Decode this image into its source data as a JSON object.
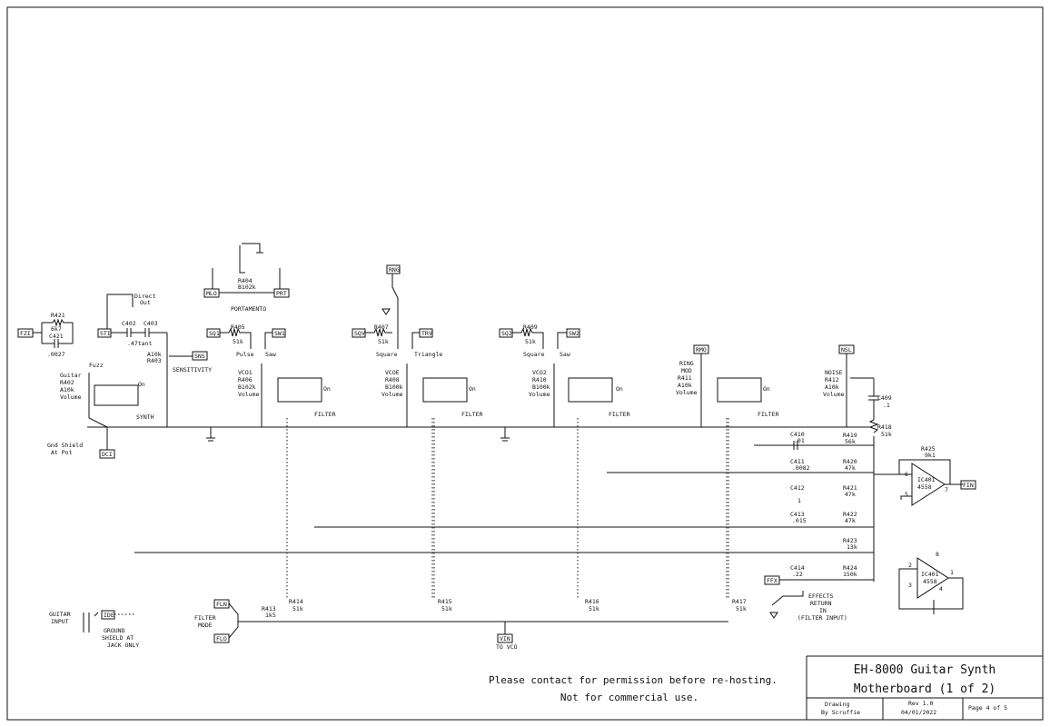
{
  "notice": {
    "line1": "Please contact for permission before re-hosting.",
    "line2": "Not for commercial use."
  },
  "title_block": {
    "title_line1": "EH-8000 Guitar Synth",
    "title_line2": "Motherboard (1 of 2)",
    "drawing_label": "Drawing",
    "drawing_by": "By Scruffie",
    "rev": "Rev 1.0",
    "date": "04/01/2022",
    "page": "Page 4 of 5"
  },
  "components": {
    "fuzz_in": "FZI",
    "r421": "R421",
    "r421_val": "6k7",
    "c421": "C421",
    "c421_val": ".0027",
    "fuzz": "Fuzz",
    "guitar": "Guitar",
    "r402": "R402",
    "r402_val": "A10k",
    "r402_role": "Volume",
    "on": "On",
    "synth": "SYNTH",
    "gnd_shield": "Gnd Shield",
    "at_pot": "At Pot",
    "dci": "DCI",
    "sti": "STI",
    "direct_out": "Direct",
    "direct_out2": "Out",
    "c402": "C402",
    "c403": "C403",
    "c_val": ".47tant",
    "r403_a": "A10k",
    "r403": "R403",
    "sns": "SNS",
    "sensitivity": "SENSITIVITY",
    "r404": "R404",
    "r404_val": "B102k",
    "portamento": "PORTAMENTO",
    "mlo": "MLO",
    "prt": "PRT",
    "r405": "R405",
    "r405_val": "51k",
    "pulse": "Pulse",
    "saw": "Saw",
    "sq1": "SQ1",
    "sw1": "SW1",
    "vco1": "VCO1",
    "r406": "R406",
    "r406_val": "B102k",
    "volume": "Volume",
    "filter": "FILTER",
    "rng": "RNG",
    "r407": "R407",
    "r407_val": "51k",
    "square": "Square",
    "triangle": "Triangle",
    "sqv": "SQV",
    "trv": "TRV",
    "vcoe": "VCOE",
    "r408": "R408",
    "r408_val": "B100k",
    "sq2": "SQ2",
    "sw2": "SW2",
    "r409": "R409",
    "r409_val": "51k",
    "vco2": "VCO2",
    "r410": "R410",
    "r410_val": "B100k",
    "rmo": "RMO",
    "ring": "RING",
    "mod": "MOD",
    "r411": "R411",
    "r411_val": "A10k",
    "nsl": "NSL",
    "noise": "NOISE",
    "r412": "R412",
    "r412_val": "A10k",
    "c409": "C409",
    "c409_val": ".1",
    "r418": "R418",
    "r418_val": "51k",
    "c410": "C410",
    "c410_val": ".01",
    "r419": "R419",
    "r419_val": "56k",
    "c411": "C411",
    "c411_val": ".0082",
    "r420": "R420",
    "r420_val": "47k",
    "c412": "C412",
    "c412_val": "1",
    "r421b": "R421",
    "r421b_val": "47k",
    "c413": "C413",
    "c413_val": ".015",
    "r422": "R422",
    "r422_val": "47k",
    "r423": "R423",
    "r423_val": "13k",
    "c414": "C414",
    "c414_val": ".22",
    "r424": "R424",
    "r424_val": "150k",
    "ffx": "FFX",
    "effects_return": "EFFECTS",
    "effects_return2": "RETURN",
    "effects_return3": "IN",
    "filter_input": "(FILTER INPUT)",
    "r425": "R425",
    "r425_val": "9k1",
    "u_ref": "IC401",
    "u_part": "4558",
    "fin": "FIN",
    "fln": "FLN",
    "flo": "FLO",
    "filter_mode": "FILTER",
    "filter_mode2": "MODE",
    "r413": "R413",
    "r413_val": "1k5",
    "r414": "R414",
    "r414_val": "51k",
    "r415": "R415",
    "r415_val": "51k",
    "r416": "R416",
    "r416_val": "51k",
    "r417": "R417",
    "r417_val": "51k",
    "vco_in": "VIN",
    "to_vco": "TO VCO",
    "guitar_input": "GUITAR",
    "guitar_input2": "INPUT",
    "ide": "IDE",
    "ground_shield": "GROUND",
    "ground_shield2": "SHIELD AT",
    "ground_shield3": "JACK ONLY",
    "pin5": "5",
    "pin6": "6",
    "pin7": "7",
    "pin8": "8",
    "pin4": "4",
    "pin1": "1",
    "pin2": "2",
    "pin3": "3"
  }
}
